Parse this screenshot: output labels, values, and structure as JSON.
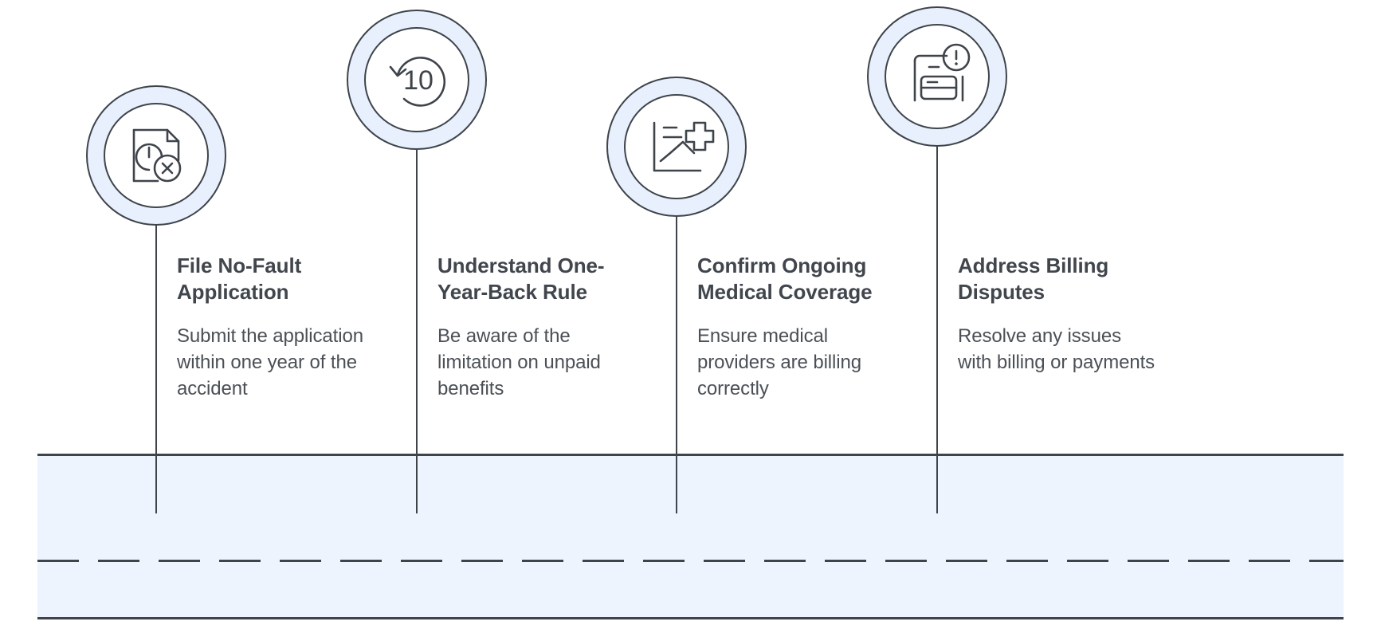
{
  "theme": {
    "background": "#ffffff",
    "road_fill": "#edf4fd",
    "badge_ring_fill": "#e7f0fc",
    "badge_inner_fill": "#ffffff",
    "stroke": "#3f444b",
    "title_color": "#41464d",
    "desc_color": "#4b5056"
  },
  "road": {
    "dashed_centerline": true,
    "solid_top_edge": true,
    "solid_bottom_edge": true
  },
  "steps": [
    {
      "index": 1,
      "icon": "document-clock-error-icon",
      "title": "File No-Fault Application",
      "description": "Submit the application within one year of the accident"
    },
    {
      "index": 2,
      "icon": "rewind-10-circular-arrow-icon",
      "icon_label": "10",
      "title": "Understand One-Year-Back Rule",
      "description": "Be aware of the limitation on unpaid benefits"
    },
    {
      "index": 3,
      "icon": "medical-chart-plus-icon",
      "title": "Confirm Ongoing Medical Coverage",
      "description": "Ensure medical providers are billing correctly"
    },
    {
      "index": 4,
      "icon": "invoice-card-alert-icon",
      "title": "Address Billing Disputes",
      "description": "Resolve any issues with billing or payments"
    }
  ]
}
